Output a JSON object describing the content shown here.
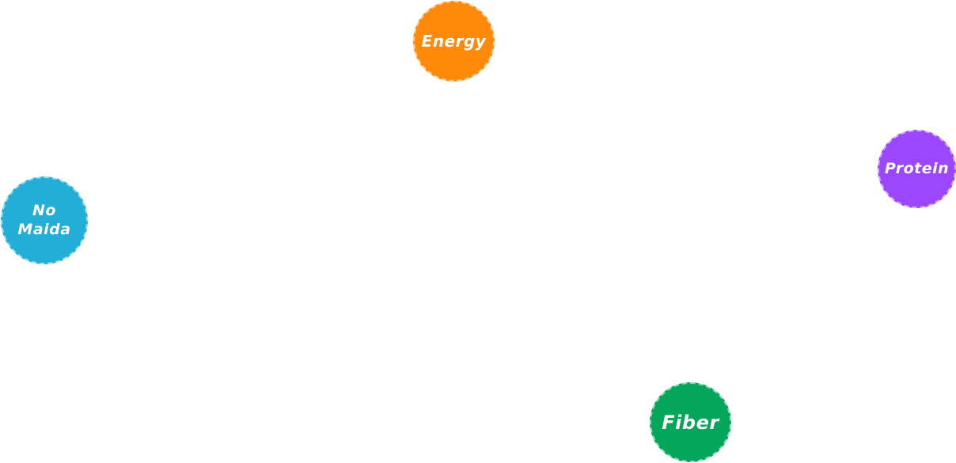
{
  "badges": {
    "energy": {
      "label": "Energy",
      "color": "#FF8A0A"
    },
    "protein": {
      "label": "Protein",
      "color": "#9B47FF"
    },
    "no_maida": {
      "label": "No\nMaida",
      "color": "#22AED6"
    },
    "fiber": {
      "label": "Fiber",
      "color": "#04A65A"
    }
  }
}
